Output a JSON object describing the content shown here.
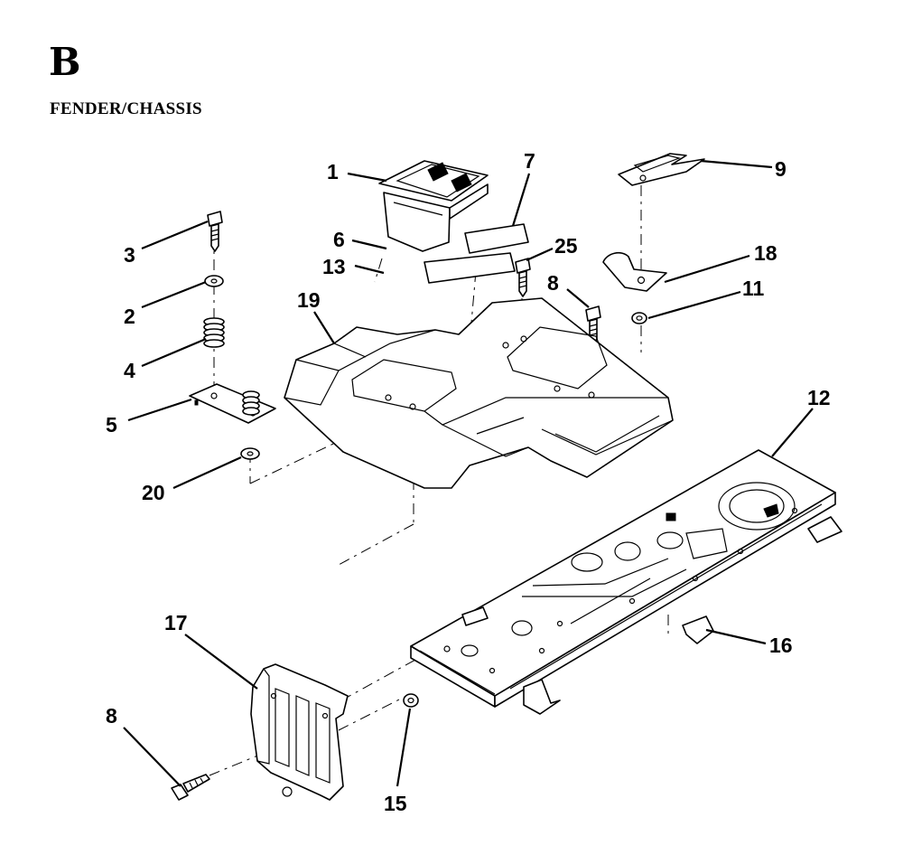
{
  "header": {
    "section_letter": "B",
    "section_title": "FENDER/CHASSIS"
  },
  "callouts": [
    {
      "id": "c1",
      "label": "1"
    },
    {
      "id": "c7",
      "label": "7"
    },
    {
      "id": "c9",
      "label": "9"
    },
    {
      "id": "c3",
      "label": "3"
    },
    {
      "id": "c6",
      "label": "6"
    },
    {
      "id": "c25",
      "label": "25"
    },
    {
      "id": "c13",
      "label": "13"
    },
    {
      "id": "c18",
      "label": "18"
    },
    {
      "id": "c8a",
      "label": "8"
    },
    {
      "id": "c11",
      "label": "11"
    },
    {
      "id": "c2",
      "label": "2"
    },
    {
      "id": "c19",
      "label": "19"
    },
    {
      "id": "c4",
      "label": "4"
    },
    {
      "id": "c12",
      "label": "12"
    },
    {
      "id": "c5",
      "label": "5"
    },
    {
      "id": "c20",
      "label": "20"
    },
    {
      "id": "c17",
      "label": "17"
    },
    {
      "id": "c16",
      "label": "16"
    },
    {
      "id": "c8b",
      "label": "8"
    },
    {
      "id": "c15",
      "label": "15"
    }
  ]
}
